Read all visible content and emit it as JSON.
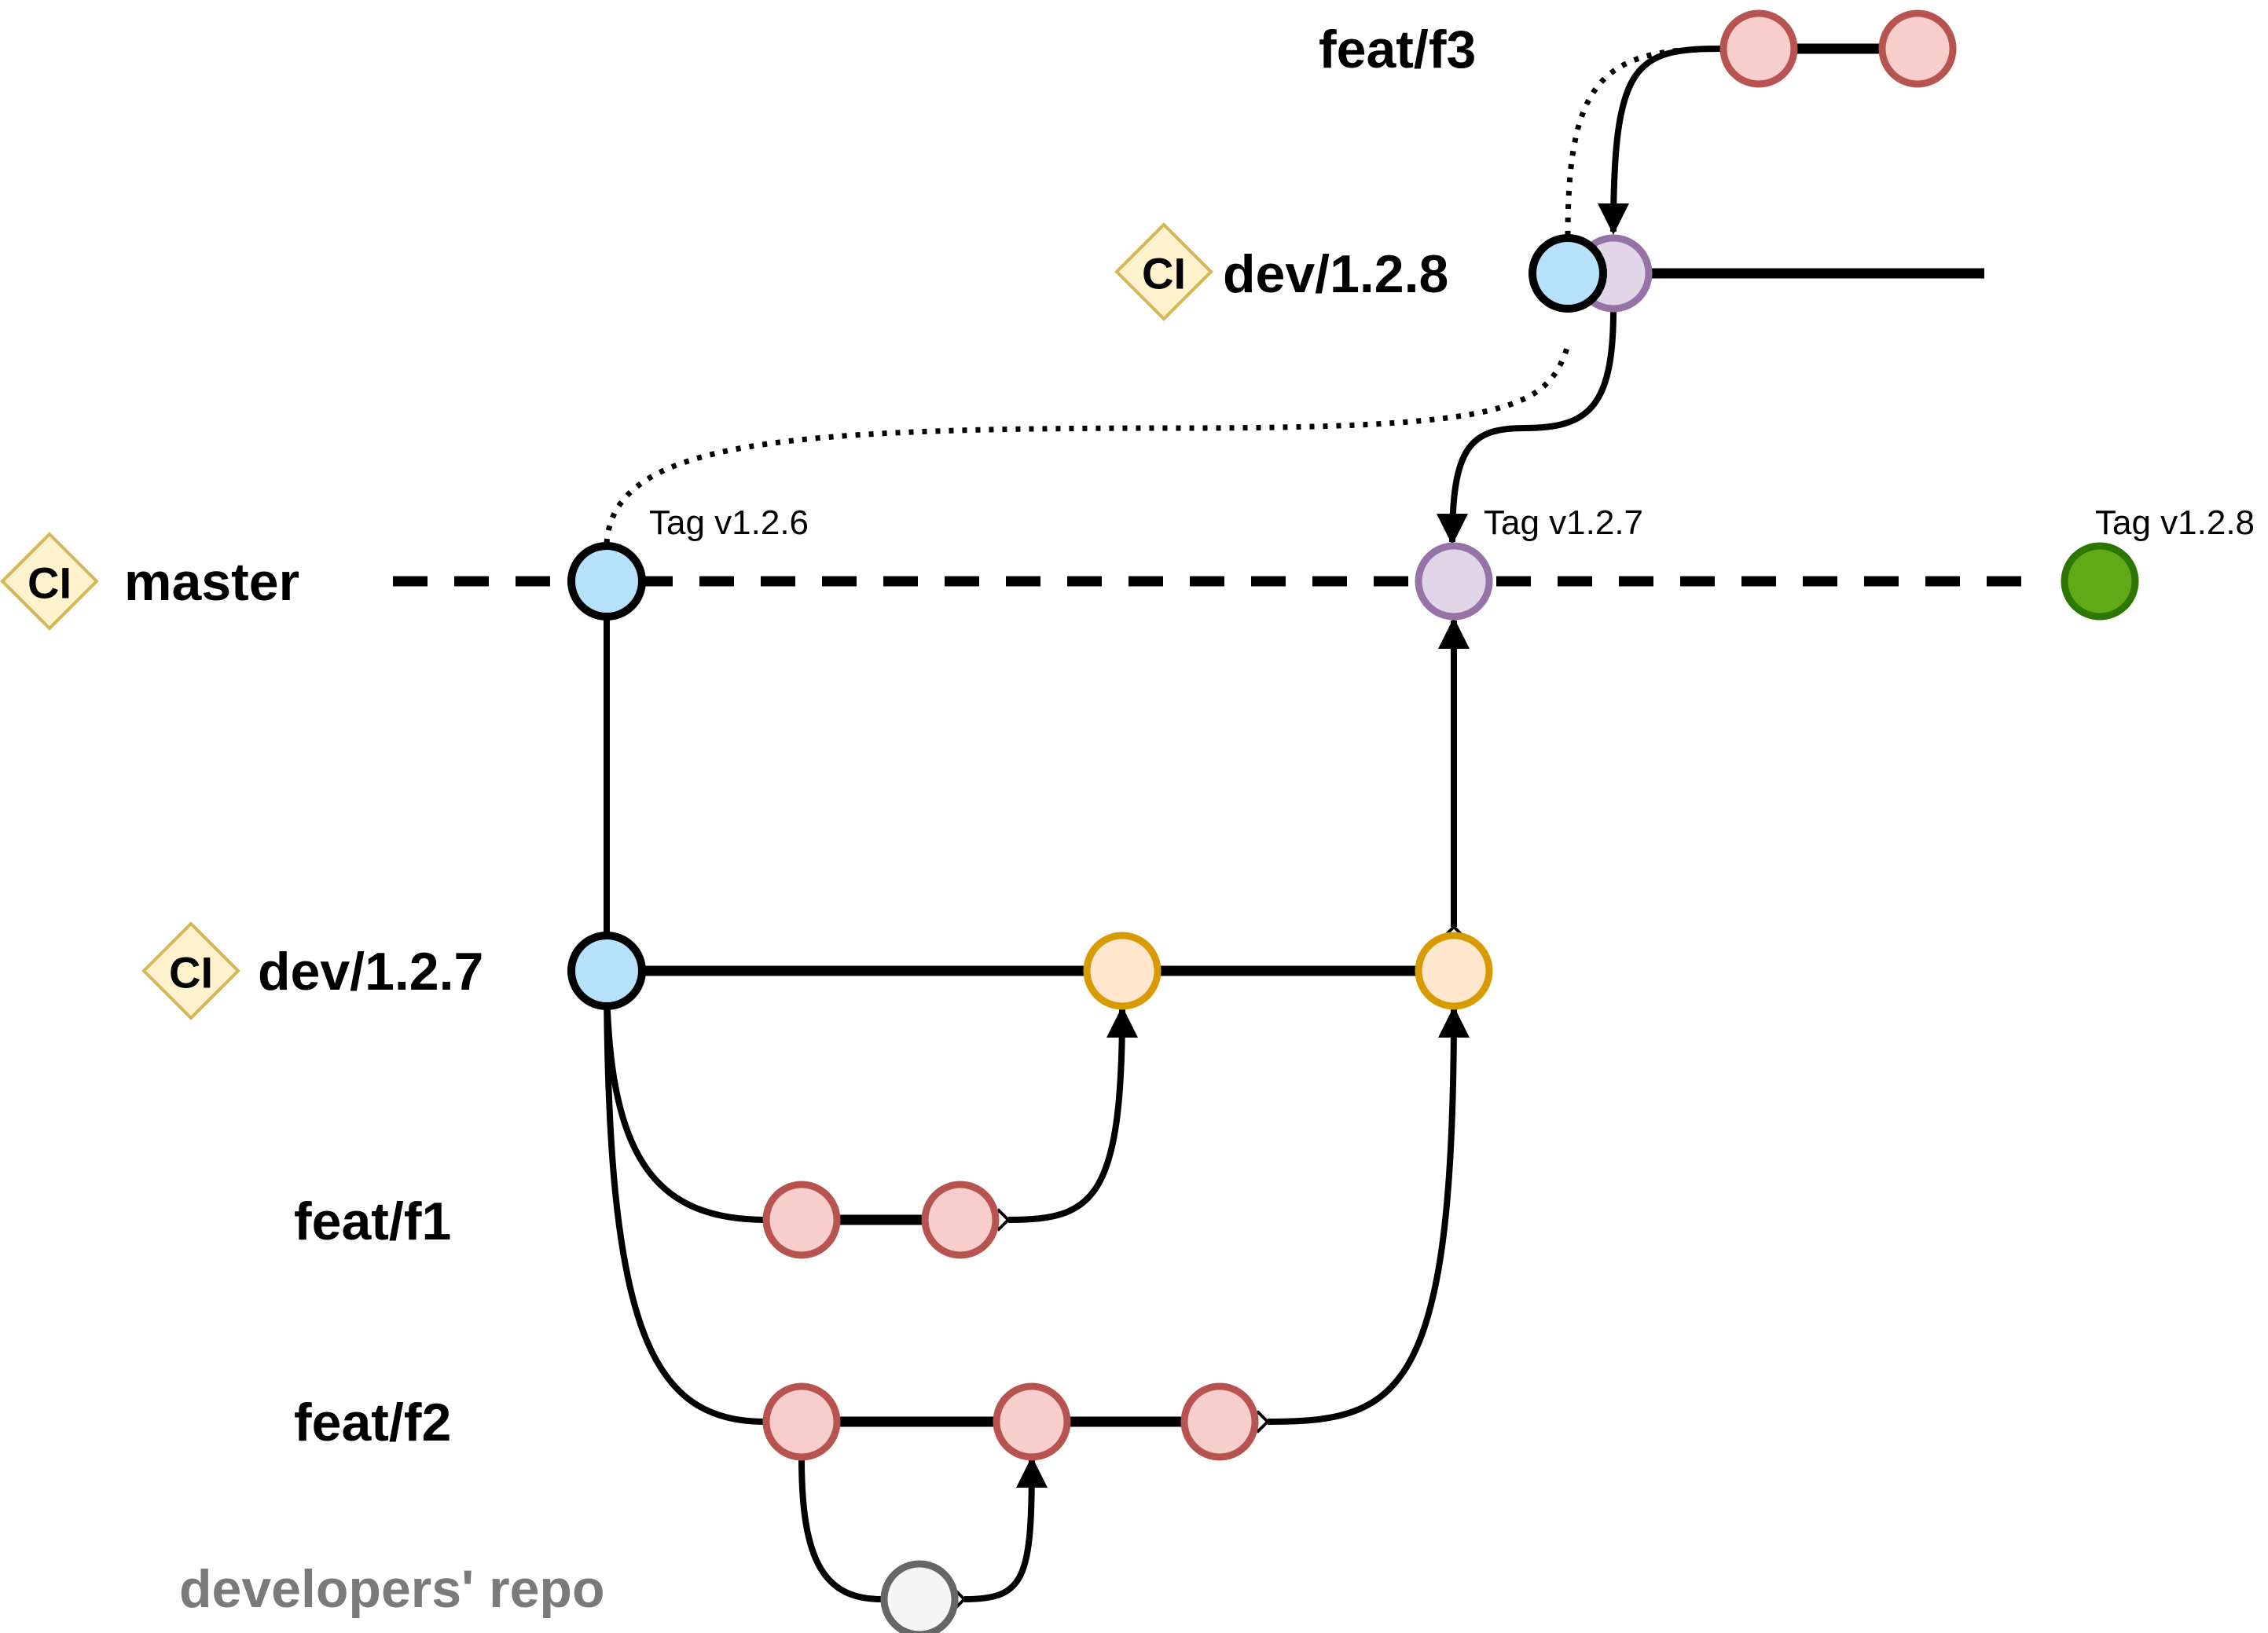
{
  "branches": {
    "feat_f3": "feat/f3",
    "dev_128": "dev/1.2.8",
    "master": "master",
    "dev_127": "dev/1.2.7",
    "feat_f1": "feat/f1",
    "feat_f2": "feat/f2",
    "dev_repo": "developers' repo"
  },
  "ci_badge": "CI",
  "tags": {
    "v126": "Tag v1.2.6",
    "v127": "Tag v1.2.7",
    "v128": "Tag v1.2.8"
  },
  "colors": {
    "blue_fill": "#b6e1fb",
    "blue_stroke": "#000000",
    "purple_fill": "#e1d5e7",
    "purple_stroke": "#9673a6",
    "pink_fill": "#f8cecc",
    "pink_stroke": "#b85450",
    "orange_fill": "#ffe6cc",
    "orange_stroke": "#d79b00",
    "green_fill": "#60a917",
    "green_stroke": "#2d7600",
    "grey_fill": "#f5f5f5",
    "grey_stroke": "#666666",
    "ci_fill": "#fff2cc",
    "ci_stroke": "#d6b656"
  }
}
